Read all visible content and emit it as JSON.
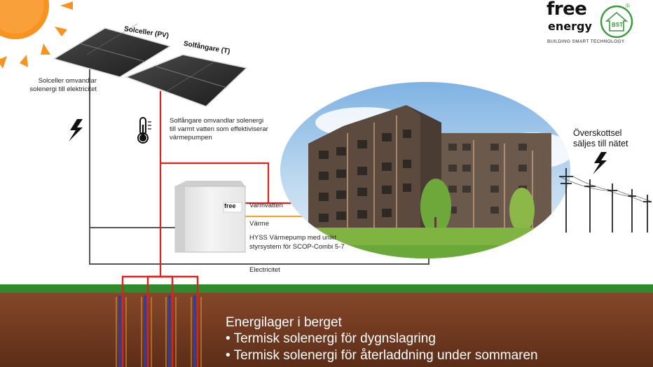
{
  "labels": {
    "pv_panel": "Solceller (PV)",
    "thermal_panel": "Solfångare (T)",
    "pv_desc": [
      "Solceller omvandlar",
      "solenergi till elektricitet"
    ],
    "thermal_desc": [
      "Solfångare omvandlar solenergi",
      "till varmt vatten som effektiviserar",
      "värmepumpen"
    ],
    "hot_water": "Varmvatten",
    "heat": "Värme",
    "heatpump_desc": [
      "HYSS Värmepump med unikt",
      "styrsystem för SCOP-Combi 5-7"
    ],
    "electricity": "Electricitet",
    "surplus": [
      "Överskottsel",
      "säljes till nätet"
    ],
    "pump_logo": "free"
  },
  "storage": {
    "title": "Energilager i berget",
    "bullets": [
      "• Termisk solenergi för dygnslagring",
      "• Termisk solenergi för återladdning under sommaren"
    ]
  },
  "logo": {
    "word1": "free",
    "word2": "energy",
    "badge": "BST",
    "registered": "®",
    "tagline": "BUILDING SMART TECHNOLOGY"
  },
  "icons": {
    "sun": "sun-icon",
    "bolt_left": "lightning-bolt-icon",
    "thermometer": "thermometer-icon",
    "bolt_right": "lightning-bolt-icon",
    "house_logo": "house-icon"
  },
  "colors": {
    "hot_pipe": "#d9231e",
    "heat_pipe": "#f0a637",
    "electric_line": "#555555",
    "ground": "#7a3e24",
    "grass": "#2f8a2b",
    "cold_pipe": "#2e3f9e"
  }
}
